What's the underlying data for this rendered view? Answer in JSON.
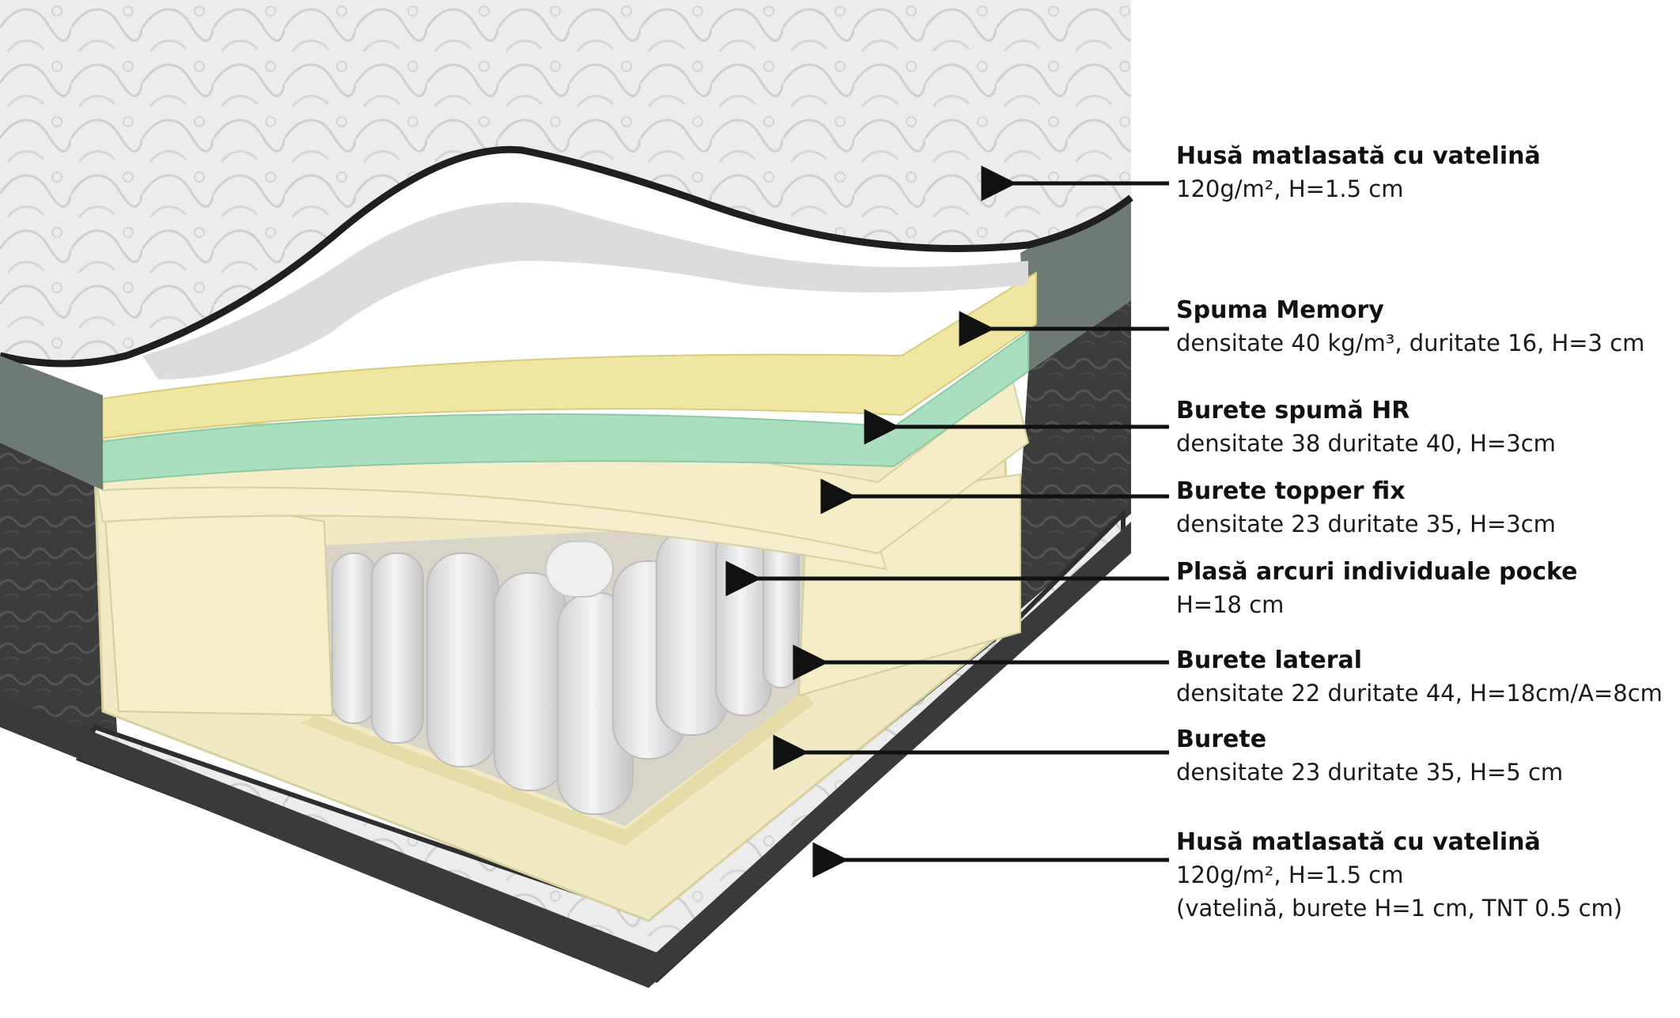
{
  "colors": {
    "text": "#111111",
    "arrow": "#111111",
    "memory_foam": "#efe6a2",
    "hr_foam": "#a9dfbf",
    "base_foam": "#f3ecc7",
    "springs": "#e8e8e8",
    "quilted_cover": "#eaeaea",
    "cover_border": "#2e2e2e"
  },
  "callouts": [
    {
      "title": "Husă matlasată cu vatelină",
      "lines": [
        "120g/m², H=1.5 cm"
      ]
    },
    {
      "title": "Spuma Memory",
      "lines": [
        "densitate 40 kg/m³, duritate 16, H=3 cm"
      ]
    },
    {
      "title": "Burete spumă HR",
      "lines": [
        "densitate 38 duritate 40, H=3cm"
      ]
    },
    {
      "title": "Burete topper fix",
      "lines": [
        "densitate 23 duritate 35, H=3cm"
      ]
    },
    {
      "title": "Plasă arcuri individuale pocke",
      "lines": [
        "H=18 cm"
      ]
    },
    {
      "title": "Burete lateral",
      "lines": [
        "densitate 22 duritate 44, H=18cm/A=8cm"
      ]
    },
    {
      "title": "Burete",
      "lines": [
        "densitate 23 duritate 35, H=5 cm"
      ]
    },
    {
      "title": "Husă matlasată cu vatelină",
      "lines": [
        "120g/m², H=1.5 cm",
        "(vatelină, burete H=1 cm, TNT 0.5 cm)"
      ]
    }
  ]
}
